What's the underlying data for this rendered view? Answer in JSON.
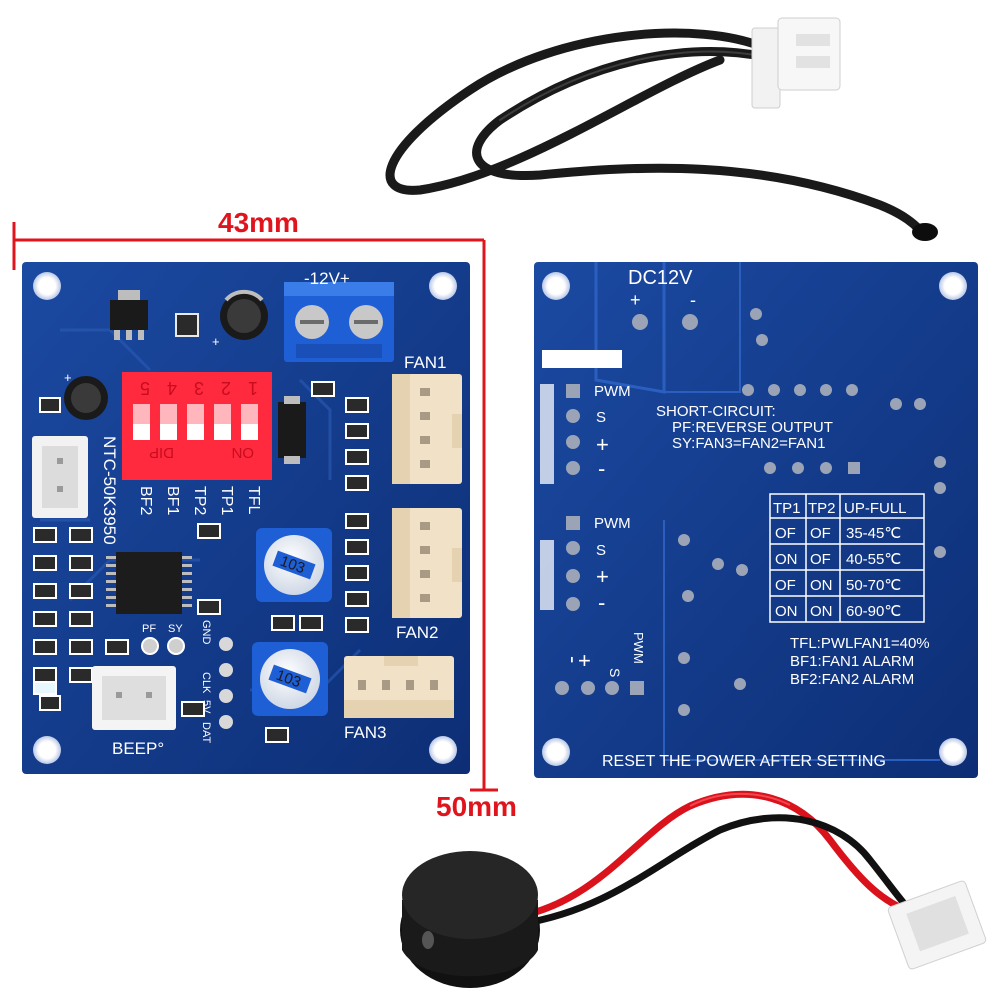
{
  "dimensions": {
    "width": "43mm",
    "height": "50mm"
  },
  "front": {
    "terminal_label": "-12V+",
    "dip_numbers": [
      "5",
      "4",
      "3",
      "2",
      "1"
    ],
    "dip_left": "DIP",
    "dip_right": "ON",
    "dip_functions": [
      "BF2",
      "BF1",
      "TP2",
      "TP1",
      "TFL"
    ],
    "sensor_label": "NTC-50K3950",
    "fan_labels": [
      "FAN1",
      "FAN2",
      "FAN3"
    ],
    "pot_label": "103",
    "pad_labels": [
      "PF",
      "SY"
    ],
    "pin_labels": [
      "GND",
      "CLK",
      "5V",
      "DAT"
    ],
    "beep_label": "BEEP°"
  },
  "back": {
    "power_label": "DC12V",
    "power_plus": "+",
    "power_minus": "-",
    "fan_pins_a": [
      "PWM",
      "S",
      "+",
      "-"
    ],
    "fan_pins_b": [
      "PWM",
      "S",
      "+",
      "-"
    ],
    "bottom_pins": [
      "-",
      "+",
      "S",
      "PWM"
    ],
    "short_title": "SHORT-CIRCUIT:",
    "short_pf": "PF:REVERSE OUTPUT",
    "short_sy": "SY:FAN3=FAN2=FAN1",
    "table_headers": [
      "TP1",
      "TP2",
      "UP-FULL"
    ],
    "table_rows": [
      [
        "OF",
        "OF",
        "35-45℃"
      ],
      [
        "ON",
        "OF",
        "40-55℃"
      ],
      [
        "OF",
        "ON",
        "50-70℃"
      ],
      [
        "ON",
        "ON",
        "60-90℃"
      ]
    ],
    "notes": [
      "TFL:PWLFAN1=40%",
      "BF1:FAN1 ALARM",
      "BF2:FAN2 ALARM"
    ],
    "reset_note": "RESET THE POWER AFTER SETTING"
  },
  "colors": {
    "pcb": "#123a8a",
    "silk": "#ffffff",
    "dimension": "#e0141c",
    "dip": "#ff2a3e",
    "terminal": "#1f5fd6",
    "connector": "#f1e1c6"
  }
}
